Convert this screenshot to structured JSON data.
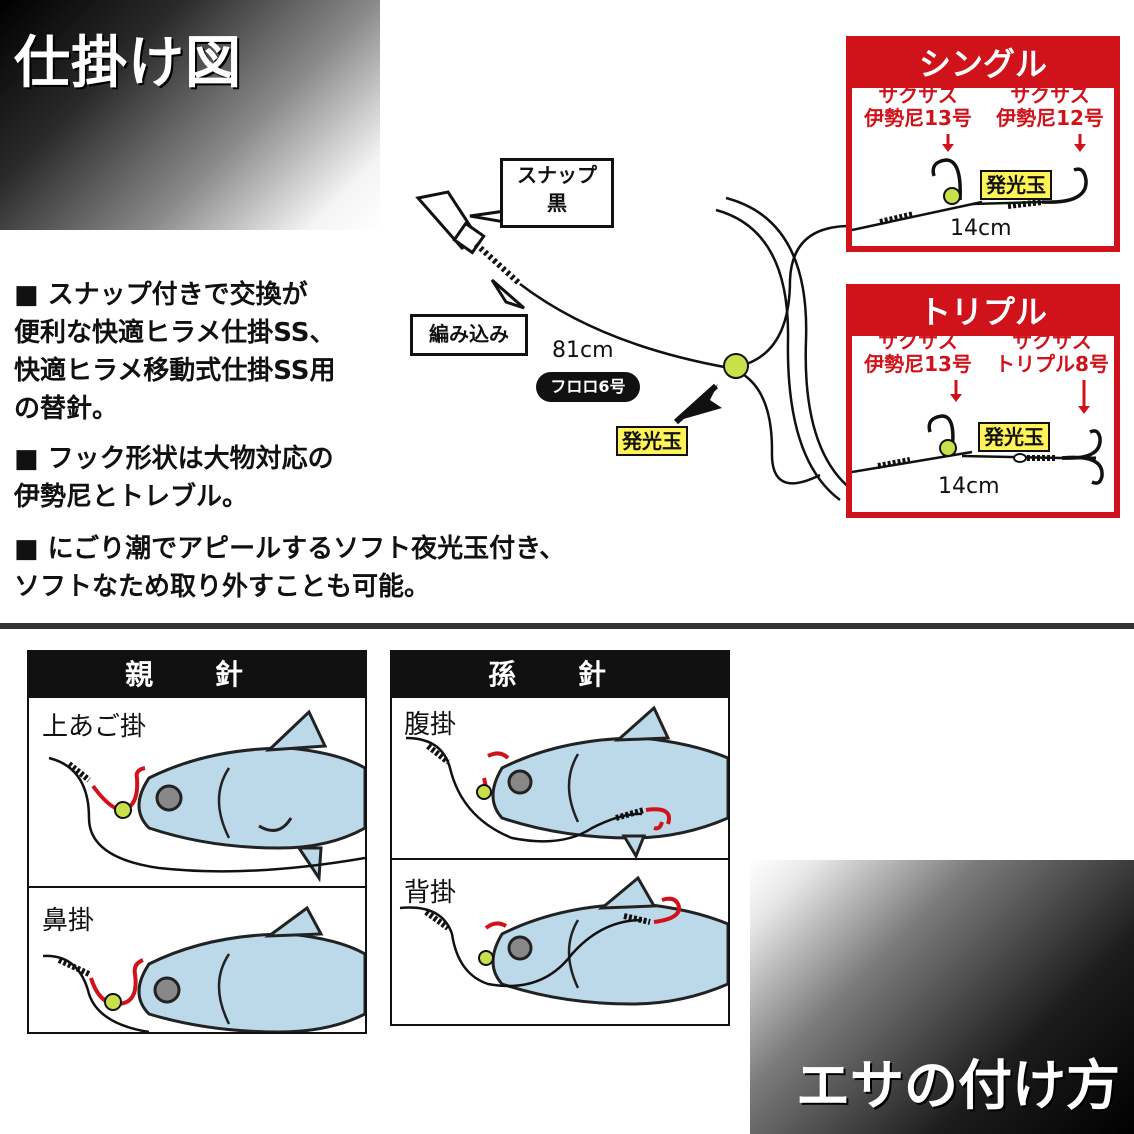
{
  "header": {
    "title": "仕掛け図"
  },
  "bullets": [
    "■ スナップ付きで交換が\n便利な快適ヒラメ仕掛SS、\n快適ヒラメ移動式仕掛SS用\nの替針。",
    "■ フック形状は大物対応の\n伊勢尼とトレブル。",
    "■ にごり潮でアピールするソフト夜光玉付き、\nソフトなため取り外すことも可能。"
  ],
  "rig": {
    "snap_label": "スナップ",
    "snap_color": "黒",
    "braid_label": "編み込み",
    "length": "81cm",
    "line": "フロロ6号",
    "glow_label": "発光玉"
  },
  "single": {
    "title": "シングル",
    "hook1": [
      "サクサス",
      "伊勢尼13号"
    ],
    "hook2": [
      "サクサス",
      "伊勢尼12号"
    ],
    "glow": "発光玉",
    "length": "14cm"
  },
  "triple": {
    "title": "トリプル",
    "hook1": [
      "サクサス",
      "伊勢尼13号"
    ],
    "hook2": [
      "サクサス",
      "トリプル8号"
    ],
    "glow": "発光玉",
    "length": "14cm"
  },
  "oya": {
    "title": "親 針",
    "cells": [
      {
        "label": "上あご掛"
      },
      {
        "label": "鼻掛"
      }
    ]
  },
  "mago": {
    "title": "孫 針",
    "cells": [
      {
        "label": "腹掛"
      },
      {
        "label": "背掛"
      }
    ]
  },
  "corner": {
    "title": "エサの付け方"
  },
  "colors": {
    "red": "#d0121b",
    "glow_green": "#c8e04a",
    "glow_label_bg": "#fff35a",
    "fish_body": "#bcd9ea",
    "fish_stroke": "#222222"
  }
}
